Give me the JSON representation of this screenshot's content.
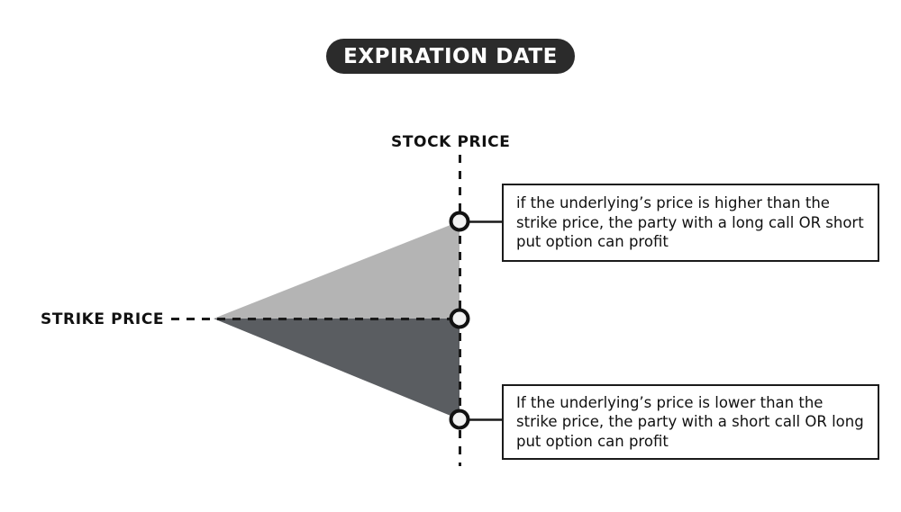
{
  "header": {
    "title": "EXPIRATION DATE"
  },
  "labels": {
    "stock_price": "STOCK PRICE",
    "strike_price": "STRIKE PRICE"
  },
  "callouts": {
    "top": {
      "text": "if the underlying’s price is higher than the strike price, the party with a long call OR short put option can profit"
    },
    "bottom": {
      "text": "If the underlying’s price is lower than the strike price, the party with a short call OR long put option can profit"
    }
  },
  "markers": {
    "upper": "upper-payoff-point",
    "middle": "breakeven-point",
    "lower": "lower-payoff-point"
  },
  "colors": {
    "pill_background": "#2b2b2b",
    "pill_text": "#ffffff",
    "upper_region": "#b4b4b4",
    "lower_region": "#5a5d61",
    "line": "#1a1a1a",
    "marker_fill": "#f2f2f2",
    "background": "#ffffff"
  },
  "chart_data": {
    "type": "area",
    "title": "EXPIRATION DATE",
    "xlabel": "STRIKE PRICE",
    "ylabel": "STOCK PRICE",
    "grid": false,
    "legend": null,
    "series": [
      {
        "name": "long call OR short put profit region",
        "color": "#b4b4b4",
        "points": [
          [
            237,
            354
          ],
          [
            510,
            246
          ],
          [
            510,
            354
          ]
        ]
      },
      {
        "name": "short call OR long put profit region",
        "color": "#5a5d61",
        "points": [
          [
            237,
            354
          ],
          [
            510,
            354
          ],
          [
            510,
            466
          ]
        ]
      }
    ],
    "markers": [
      {
        "name": "upper-payoff-point",
        "x": 510,
        "y": 246
      },
      {
        "name": "breakeven-point",
        "x": 510,
        "y": 354
      },
      {
        "name": "lower-payoff-point",
        "x": 510,
        "y": 466
      }
    ],
    "annotations": [
      "if the underlying’s price is higher than the strike price, the party with a long call OR short put option can profit",
      "If the underlying’s price is lower than the strike price, the party with a short call OR long put option can profit"
    ]
  }
}
